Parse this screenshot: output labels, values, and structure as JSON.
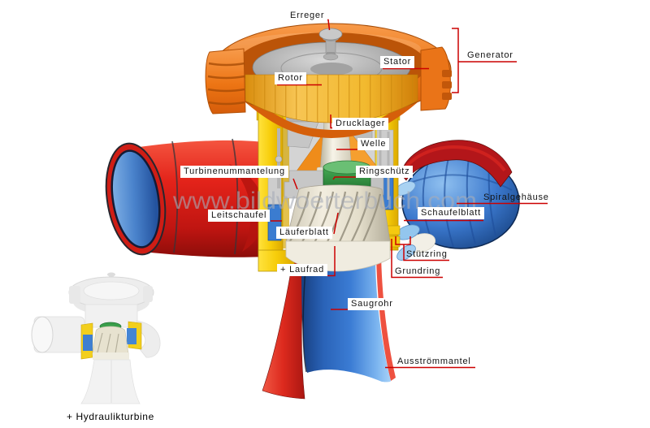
{
  "watermark": "www.bildwoerterbuch.com",
  "labels": {
    "erreger": "Erreger",
    "stator": "Stator",
    "generator": "Generator",
    "rotor": "Rotor",
    "drucklager": "Drucklager",
    "welle": "Welle",
    "turbinenummantelung": "Turbinenummantelung",
    "ringschuetz": "Ringschütz",
    "spiralgehaeuse": "Spiralgehäuse",
    "leitschaufel": "Leitschaufel",
    "schaufelblatt": "Schaufelblatt",
    "laeuferblatt": "Läuferblatt",
    "laufrad": "+ Laufrad",
    "stuetzring": "Stützring",
    "grundring": "Grundring",
    "saugrohr": "Saugrohr",
    "ausstroemmantel": "Ausströmmantel",
    "hydraulikturbine": "+ Hydraulikturbine"
  },
  "colors": {
    "leader_line": "#cc0000",
    "label_text": "#141414",
    "generator_orange": "#e8700f",
    "rotor_gold": "#f2b92e",
    "housing_yellow": "#ffd60a",
    "pipe_red": "#dd2018",
    "casing_blue": "#2f6fc5",
    "ring_green": "#2f9e41",
    "runner_cream": "#f0ece0",
    "watermark_gray": "#a8adb8"
  }
}
